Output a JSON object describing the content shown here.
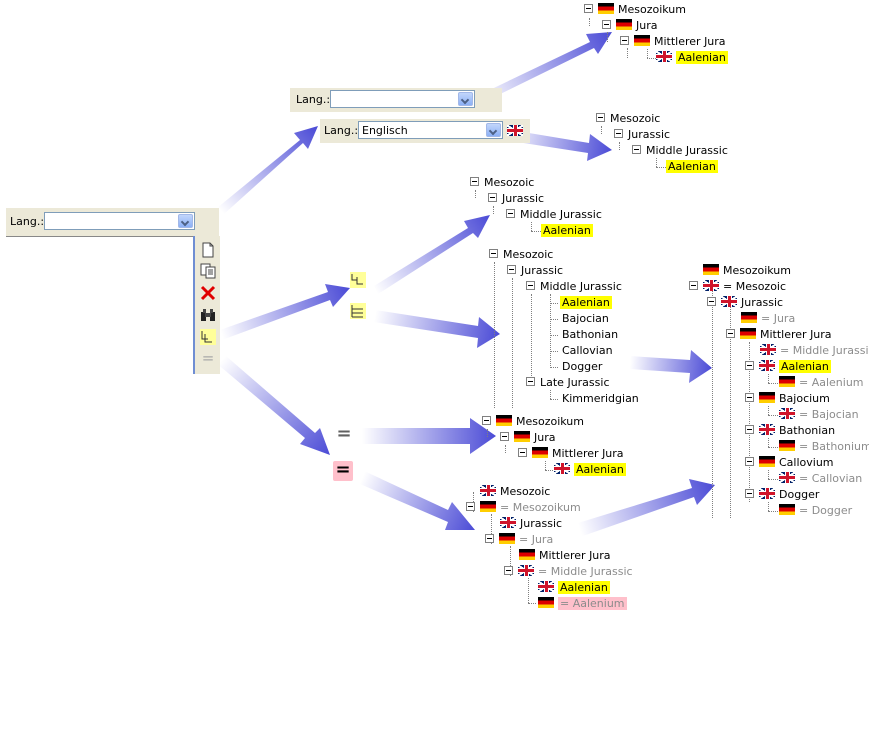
{
  "panels": {
    "main": {
      "label": "Lang.:",
      "value": ""
    },
    "top_empty": {
      "label": "Lang.:",
      "value": ""
    },
    "top_english": {
      "label": "Lang.:",
      "value": "Englisch",
      "flag": "uk"
    }
  },
  "toolbar": {
    "icons": [
      "new-document-icon",
      "copy-icon",
      "delete-icon",
      "binoculars-find-icon",
      "tree-collapse-icon",
      "equals-icon"
    ]
  },
  "icons": {
    "tree_collapse": "tree-collapse-icon",
    "tree_expand": "tree-expand-icon",
    "equals": "equals-icon",
    "equals_highlighted": "equals-highlighted-icon"
  },
  "colors": {
    "highlight": "#ffff00",
    "highlight_pink": "#ffc0cb",
    "arrow": "#4b4bd6",
    "panel_bg": "#ece9d8"
  },
  "trees": {
    "german_top": [
      {
        "label": "Mesozoikum",
        "flag": "de"
      },
      {
        "label": "Jura",
        "flag": "de"
      },
      {
        "label": "Mittlerer Jura",
        "flag": "de"
      },
      {
        "label": "Aalenian",
        "flag": "uk"
      }
    ],
    "english_top": [
      {
        "label": "Mesozoic"
      },
      {
        "label": "Jurassic"
      },
      {
        "label": "Middle Jurassic"
      },
      {
        "label": "Aalenian"
      }
    ],
    "simple_mid": [
      {
        "label": "Mesozoic"
      },
      {
        "label": "Jurassic"
      },
      {
        "label": "Middle Jurassic"
      },
      {
        "label": "Aalenian"
      }
    ],
    "full_mid": [
      {
        "label": "Mesozoic"
      },
      {
        "label": "Jurassic"
      },
      {
        "label": "Middle Jurassic"
      },
      {
        "label": "Aalenian"
      },
      {
        "label": "Bajocian"
      },
      {
        "label": "Bathonian"
      },
      {
        "label": "Callovian"
      },
      {
        "label": "Dogger"
      },
      {
        "label": "Late Jurassic"
      },
      {
        "label": "Kimmeridgian"
      }
    ],
    "german_mid": [
      {
        "label": "Mesozoikum",
        "flag": "de"
      },
      {
        "label": "Jura",
        "flag": "de"
      },
      {
        "label": "Mittlerer Jura",
        "flag": "de"
      },
      {
        "label": "Aalenian",
        "flag": "uk"
      }
    ],
    "bilingual_bottom": [
      {
        "label": "Mesozoic",
        "flag": "uk"
      },
      {
        "label": "= Mesozoikum",
        "flag": "de"
      },
      {
        "label": "Jurassic",
        "flag": "uk"
      },
      {
        "label": "= Jura",
        "flag": "de"
      },
      {
        "label": "Mittlerer Jura",
        "flag": "de"
      },
      {
        "label": "= Middle Jurassic",
        "flag": "uk"
      },
      {
        "label": "Aalenian",
        "flag": "uk"
      },
      {
        "label": "= Aalenium",
        "flag": "de"
      }
    ],
    "bilingual_right": [
      {
        "label": "Mesozoikum",
        "flag": "de"
      },
      {
        "label": "= Mesozoic",
        "flag": "uk"
      },
      {
        "label": "Jurassic",
        "flag": "uk"
      },
      {
        "label": "= Jura",
        "flag": "de"
      },
      {
        "label": "Mittlerer Jura",
        "flag": "de"
      },
      {
        "label": "= Middle Jurassic",
        "flag": "uk"
      },
      {
        "label": "Aalenian",
        "flag": "uk"
      },
      {
        "label": "= Aalenium",
        "flag": "de"
      },
      {
        "label": "Bajocium",
        "flag": "de"
      },
      {
        "label": "= Bajocian",
        "flag": "uk"
      },
      {
        "label": "Bathonian",
        "flag": "uk"
      },
      {
        "label": "= Bathonium",
        "flag": "de"
      },
      {
        "label": "Callovium",
        "flag": "de"
      },
      {
        "label": "= Callovian",
        "flag": "uk"
      },
      {
        "label": "Dogger",
        "flag": "uk"
      },
      {
        "label": "= Dogger",
        "flag": "de"
      }
    ]
  }
}
